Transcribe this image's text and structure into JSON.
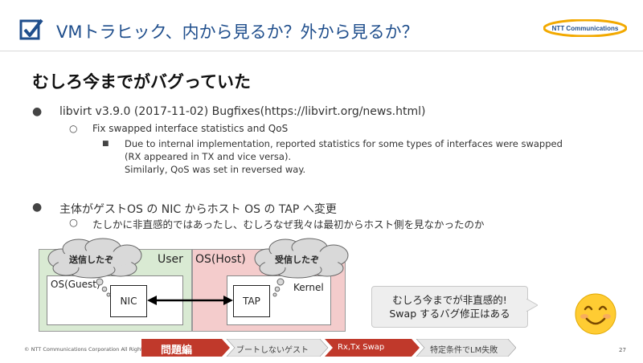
{
  "header": {
    "title": "VMトラヒック、内から見るか？外から見るか？",
    "logo_text": "NTT Communications"
  },
  "heading": "むしろ今までがバグっていた",
  "bullets": {
    "b1": "libvirt v3.9.0 (2017-11-02) Bugfixes(https://libvirt.org/news.html)",
    "b1_sub": "Fix swapped interface statistics and QoS",
    "b1_sub_sub": [
      "Due to internal implementation, reported statistics for some types of interfaces were swapped",
      "(RX appeared in TX and vice versa).",
      "Similarly, QoS was set in reversed way."
    ],
    "b2": "主体がゲストOS の NIC からホスト OS の TAP へ変更",
    "b2_sub": "たしかに非直感的ではあったし、むしろなぜ我々は最初からホスト側を見なかったのか"
  },
  "diagram": {
    "user_label": "User",
    "host_label": "OS(Host)",
    "guest_label": "OS(Guest)",
    "kernel_label": "Kernel",
    "nic_label": "NIC",
    "tap_label": "TAP",
    "cloud_send": "送信したぞ",
    "cloud_recv": "受信したぞ"
  },
  "bubble": {
    "line1": "むしろ今までが非直感的!",
    "line2": "Swap するバグ修正はある"
  },
  "footer": {
    "copyright": "© NTT Communications Corporation All Rights Reserved.",
    "page": "27",
    "crumbs": [
      "問題編",
      "ブートしないゲスト",
      "Rx,Tx Swap",
      "特定条件でLM失敗"
    ]
  },
  "colors": {
    "title": "#1f4e8c",
    "crumb_active": "#c0392b",
    "crumb_inactive": "#e6e6e6",
    "user_box": "#d9ead3",
    "host_box": "#f4cccc"
  },
  "icons": [
    "checkbox-logo-icon",
    "smiley-face-icon",
    "cloud-icon",
    "double-arrow-icon"
  ]
}
